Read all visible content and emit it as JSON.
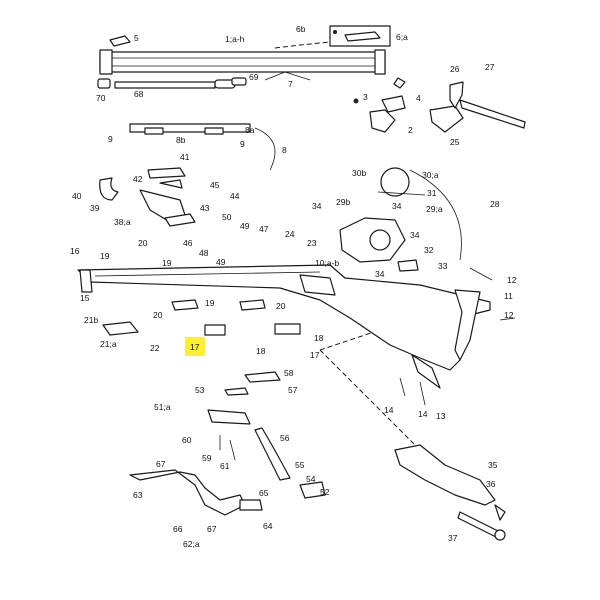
{
  "highlight_color": "#ffee33",
  "labels": {
    "l1": "1;a-h",
    "l2": "2",
    "l3": "3",
    "l4": "4",
    "l5": "5",
    "l6a": "6;a",
    "l6b": "6b",
    "l7": "7",
    "l8": "8",
    "l8a": "8a",
    "l8b": "8b",
    "l9a": "9",
    "l9b": "9",
    "l10": "10;a-b",
    "l11": "11",
    "l12a": "12",
    "l12b": "12",
    "l13": "13",
    "l14a": "14",
    "l14b": "14",
    "l15": "15",
    "l16": "16",
    "l17a": "17",
    "l17b": "17",
    "l18a": "18",
    "l18b": "18",
    "l19a": "19",
    "l19b": "19",
    "l19c": "19",
    "l20a": "20",
    "l20b": "20",
    "l20c": "20",
    "l21a": "21;a",
    "l21b": "21b",
    "l22": "22",
    "l23": "23",
    "l24": "24",
    "l25": "25",
    "l26": "26",
    "l27": "27",
    "l28": "28",
    "l29a": "29;a",
    "l29b": "29b",
    "l30a": "30;a",
    "l30b": "30b",
    "l31": "31",
    "l32": "32",
    "l33": "33",
    "l34a": "34",
    "l34b": "34",
    "l34c": "34",
    "l34d": "34",
    "l35": "35",
    "l36": "36",
    "l37": "37",
    "l38": "38;a",
    "l39": "39",
    "l40": "40",
    "l41": "41",
    "l42": "42",
    "l43": "43",
    "l44": "44",
    "l45": "45",
    "l46": "46",
    "l47": "47",
    "l48": "48",
    "l49a": "49",
    "l49b": "49",
    "l50": "50",
    "l51": "51;a",
    "l52": "52",
    "l53": "53",
    "l54": "54",
    "l55": "55",
    "l56": "56",
    "l57": "57",
    "l58": "58",
    "l59": "59",
    "l60": "60",
    "l61": "61",
    "l62": "62;a",
    "l63": "63",
    "l64": "64",
    "l65": "65",
    "l66": "66",
    "l67a": "67",
    "l67b": "67",
    "l68": "68",
    "l69": "69",
    "l70": "70"
  }
}
